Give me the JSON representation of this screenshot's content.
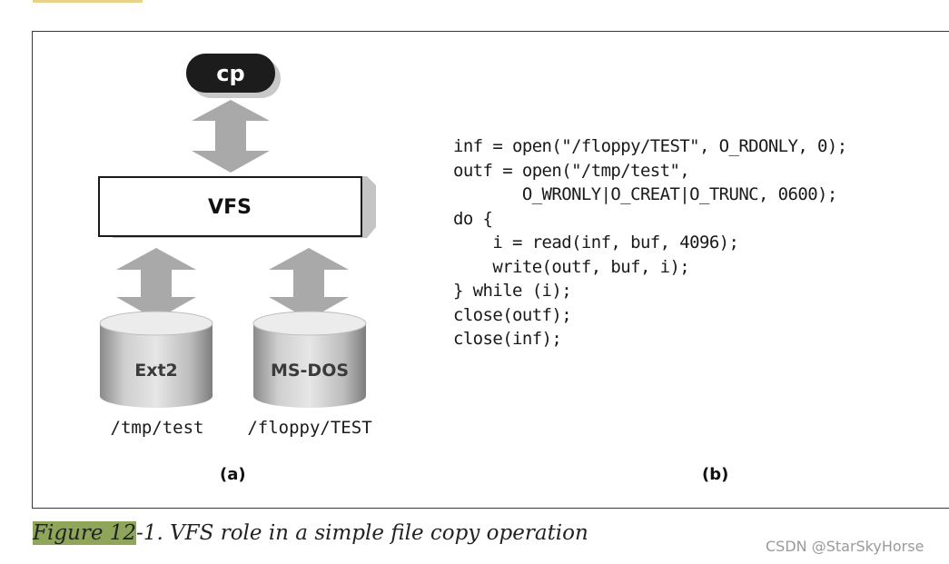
{
  "diagram": {
    "cp_label": "cp",
    "vfs_label": "VFS",
    "fs_left_label": "Ext2",
    "fs_right_label": "MS-DOS",
    "path_left": "/tmp/test",
    "path_right": "/floppy/TEST"
  },
  "code_lines": [
    "inf = open(\"/floppy/TEST\", O_RDONLY, 0);",
    "outf = open(\"/tmp/test\",",
    "       O_WRONLY|O_CREAT|O_TRUNC, 0600);",
    "do {",
    "    i = read(inf, buf, 4096);",
    "    write(outf, buf, i);",
    "} while (i);",
    "close(outf);",
    "close(inf);"
  ],
  "panel_labels": {
    "a": "(a)",
    "b": "(b)"
  },
  "caption": {
    "highlighted": "Figure 12",
    "rest": "-1. VFS role in a simple file copy operation"
  },
  "watermark": "CSDN @StarSkyHorse",
  "colors": {
    "arrow": "#a9a9a9",
    "pill": "#1c1c1c",
    "cylinder_top": "#ececec",
    "caption_highlight": "#8fa65a"
  }
}
